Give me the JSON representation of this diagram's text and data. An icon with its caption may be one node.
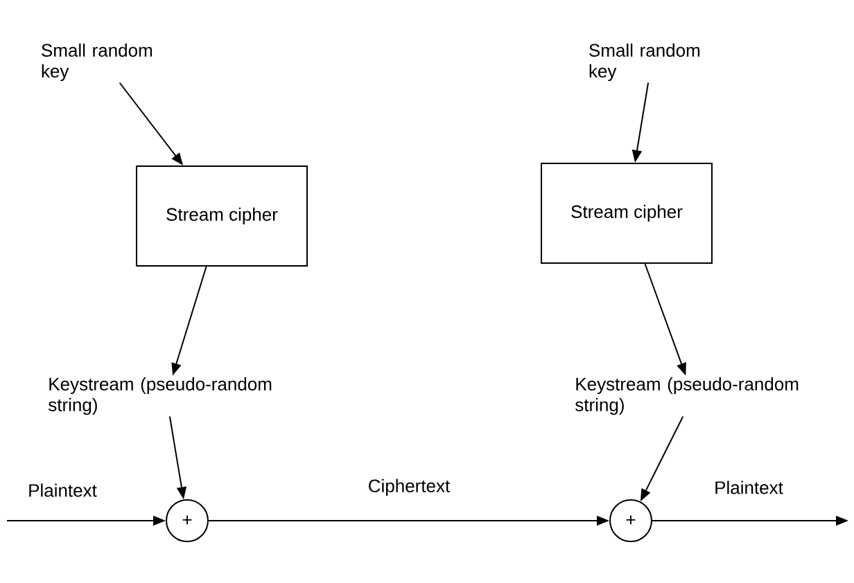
{
  "diagram": {
    "nodes": [
      {
        "text": [
          "Small random key"
        ]
      },
      {
        "text": [
          "Stream cipher"
        ]
      },
      {
        "text": [
          "Keystream (pseudo-random string)"
        ]
      },
      {
        "text": [
          "+"
        ]
      },
      {
        "text": [
          "Small random key"
        ]
      },
      {
        "text": [
          "Stream cipher"
        ]
      },
      {
        "text": [
          "Keystream (pseudo-random string)"
        ]
      },
      {
        "text": [
          "+"
        ]
      }
    ],
    "edges": [
      {
        "from": 0,
        "to": 1,
        "arrow": "to"
      },
      {
        "from": 1,
        "to": 2,
        "arrow": "to"
      },
      {
        "from": 2,
        "to": 3,
        "arrow": "to"
      },
      {
        "from": null,
        "to": 3,
        "arrow": "to",
        "label": "Plaintext"
      },
      {
        "from": 3,
        "to": 7,
        "arrow": "to",
        "label": "Ciphertext"
      },
      {
        "from": 4,
        "to": 5,
        "arrow": "to"
      },
      {
        "from": 5,
        "to": 6,
        "arrow": "to"
      },
      {
        "from": 6,
        "to": 7,
        "arrow": "to"
      },
      {
        "from": 7,
        "to": null,
        "arrow": "to",
        "label": "Plaintext"
      }
    ]
  }
}
